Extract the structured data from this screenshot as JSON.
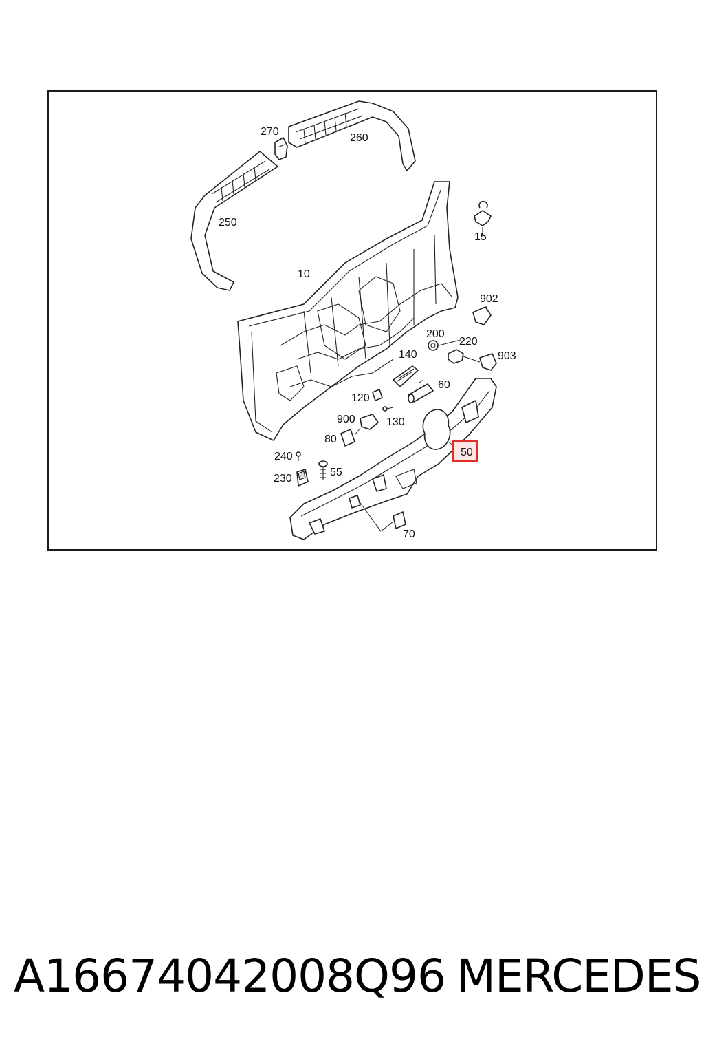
{
  "diagram": {
    "callouts": [
      {
        "id": "270",
        "text": "270"
      },
      {
        "id": "260",
        "text": "260"
      },
      {
        "id": "250",
        "text": "250"
      },
      {
        "id": "15",
        "text": "15"
      },
      {
        "id": "10",
        "text": "10"
      },
      {
        "id": "902",
        "text": "902"
      },
      {
        "id": "200",
        "text": "200"
      },
      {
        "id": "220",
        "text": "220"
      },
      {
        "id": "903",
        "text": "903"
      },
      {
        "id": "140",
        "text": "140"
      },
      {
        "id": "60",
        "text": "60"
      },
      {
        "id": "120",
        "text": "120"
      },
      {
        "id": "900",
        "text": "900"
      },
      {
        "id": "130",
        "text": "130"
      },
      {
        "id": "80",
        "text": "80"
      },
      {
        "id": "50",
        "text": "50",
        "highlighted": true
      },
      {
        "id": "240",
        "text": "240"
      },
      {
        "id": "55",
        "text": "55"
      },
      {
        "id": "230",
        "text": "230"
      },
      {
        "id": "70",
        "text": "70"
      }
    ],
    "highlight_color": "#e0302a",
    "highlight_fill": "#fde6e6"
  },
  "footer": {
    "part_number": "A16674042008Q96",
    "brand": "MERCEDES"
  }
}
